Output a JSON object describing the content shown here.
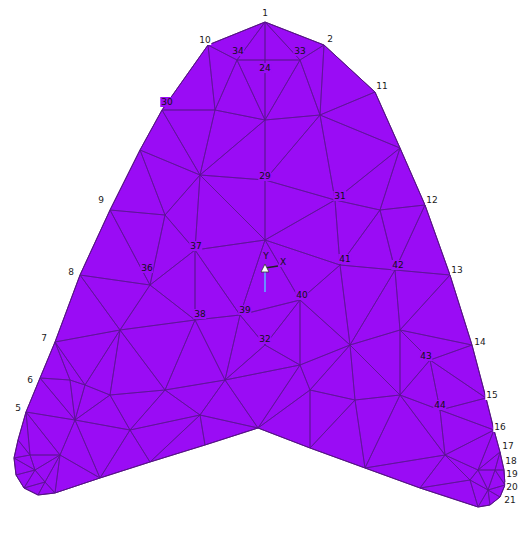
{
  "diagram": {
    "labels": [
      "1",
      "10",
      "2",
      "11",
      "12",
      "13",
      "14",
      "15",
      "16",
      "17",
      "18",
      "19",
      "20",
      "21",
      "9",
      "8",
      "7",
      "6",
      "5",
      "34",
      "24",
      "33",
      "30",
      "29",
      "31",
      "37",
      "36",
      "38",
      "39",
      "32",
      "41",
      "40",
      "42",
      "43",
      "44",
      "Y",
      "X"
    ]
  }
}
